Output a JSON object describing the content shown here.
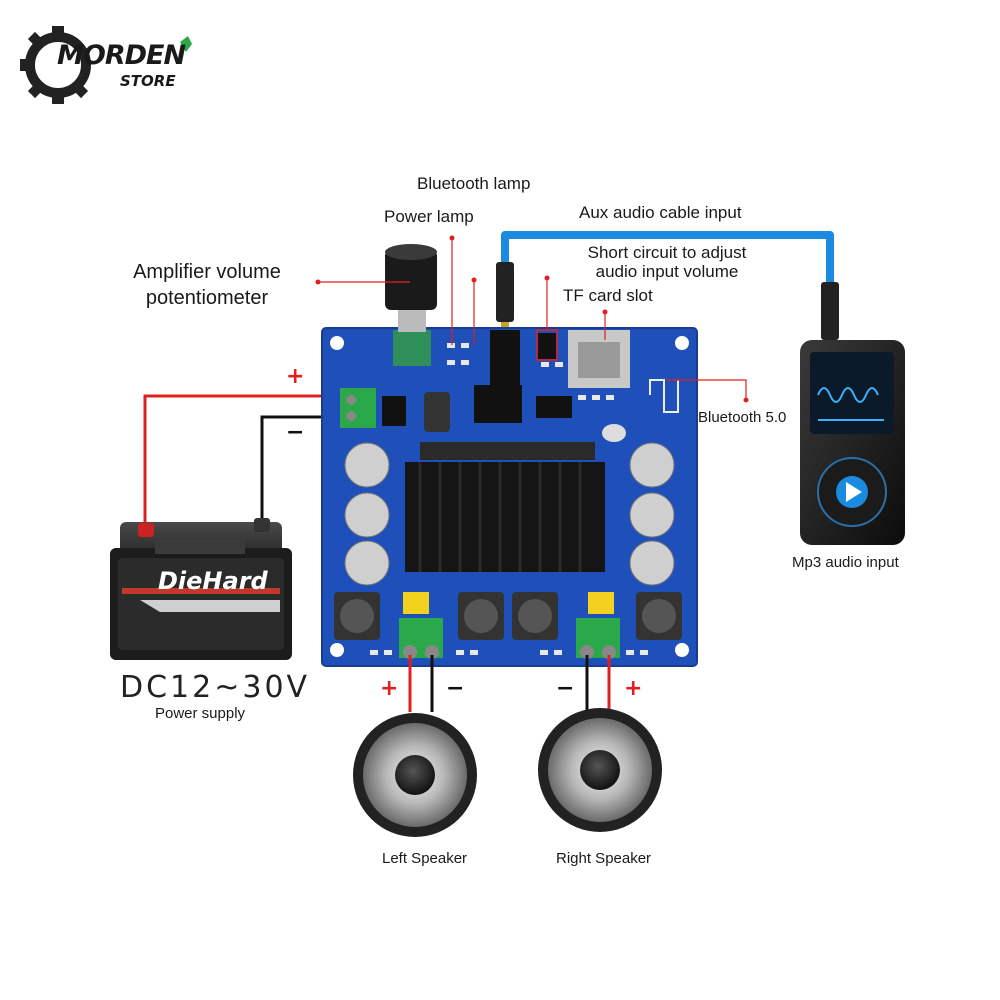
{
  "logo": {
    "word1": "MORDEN",
    "word2": "STORE"
  },
  "labels": {
    "bluetooth_lamp": "Bluetooth lamp",
    "power_lamp": "Power lamp",
    "aux_input": "Aux audio cable input",
    "short_circuit_line1": "Short circuit to adjust",
    "short_circuit_line2": "audio input volume",
    "tf_card": "TF card slot",
    "volume_pot_line1": "Amplifier volume",
    "volume_pot_line2": "potentiometer",
    "bluetooth_50": "Bluetooth 5.0",
    "mp3_input": "Mp3 audio input",
    "dc_voltage": "DC12~30V",
    "power_supply": "Power supply",
    "left_speaker": "Left Speaker",
    "right_speaker": "Right Speaker"
  },
  "battery": {
    "brand": "DieHard"
  },
  "polarity": {
    "plus": "+",
    "minus": "−"
  },
  "colors": {
    "board": "#1f4fb8",
    "cable": "#1a8be0",
    "wire_red": "#e02020",
    "wire_black": "#111111",
    "logo_green": "#2aa84a"
  }
}
